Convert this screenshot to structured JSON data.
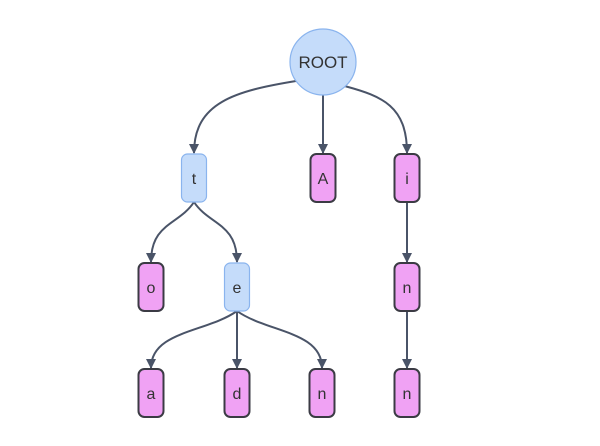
{
  "diagram": {
    "type": "trie",
    "colors": {
      "edge": "#4a5468",
      "internal_fill": "#c5dcfa",
      "internal_stroke": "#8ab4ee",
      "leaf_fill": "#f0a2f4",
      "leaf_stroke": "#3b3b44",
      "text": "#333333"
    },
    "nodes": [
      {
        "id": "root",
        "label": "ROOT",
        "kind": "root"
      },
      {
        "id": "t",
        "label": "t",
        "kind": "internal"
      },
      {
        "id": "A",
        "label": "A",
        "kind": "leaf"
      },
      {
        "id": "i",
        "label": "i",
        "kind": "leaf"
      },
      {
        "id": "o",
        "label": "o",
        "kind": "leaf"
      },
      {
        "id": "e",
        "label": "e",
        "kind": "internal"
      },
      {
        "id": "in",
        "label": "n",
        "kind": "leaf"
      },
      {
        "id": "a",
        "label": "a",
        "kind": "leaf"
      },
      {
        "id": "d",
        "label": "d",
        "kind": "leaf"
      },
      {
        "id": "en",
        "label": "n",
        "kind": "leaf"
      },
      {
        "id": "inn",
        "label": "n",
        "kind": "leaf"
      }
    ],
    "edges": [
      {
        "from": "root",
        "to": "t"
      },
      {
        "from": "root",
        "to": "A"
      },
      {
        "from": "root",
        "to": "i"
      },
      {
        "from": "t",
        "to": "o"
      },
      {
        "from": "t",
        "to": "e"
      },
      {
        "from": "i",
        "to": "in"
      },
      {
        "from": "e",
        "to": "a"
      },
      {
        "from": "e",
        "to": "d"
      },
      {
        "from": "e",
        "to": "en"
      },
      {
        "from": "in",
        "to": "inn"
      }
    ]
  }
}
